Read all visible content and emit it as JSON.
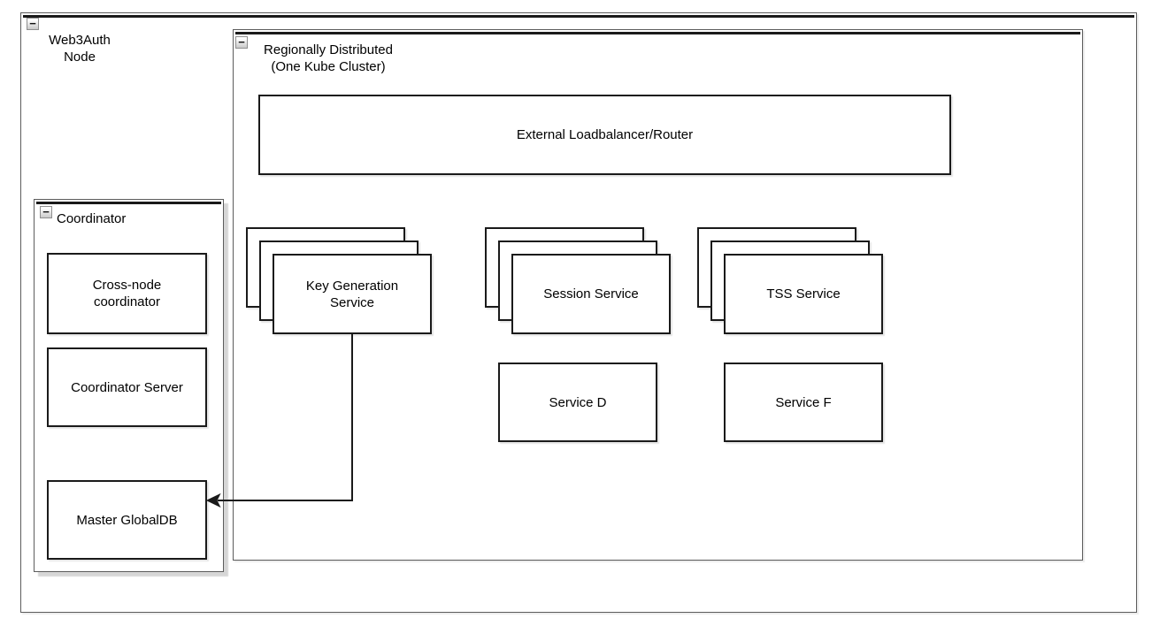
{
  "icons": {
    "collapse": "−"
  },
  "colors": {
    "background": "#ffffff",
    "shape_border": "#1a1a1a",
    "container_border": "#5c5c5c",
    "text": "#000000",
    "shadow": "#dedede"
  },
  "containers": {
    "web3auth_node": {
      "title_line1": "Web3Auth",
      "title_line2": "Node"
    },
    "regionally_distributed": {
      "title_line1": "Regionally Distributed",
      "title_line2": "(One Kube Cluster)"
    },
    "coordinator": {
      "title": "Coordinator"
    }
  },
  "nodes": {
    "external_loadbalancer": {
      "label": "External Loadbalancer/Router"
    },
    "key_generation_service": {
      "label_line1": "Key Generation",
      "label_line2": "Service",
      "instances": 3
    },
    "session_service": {
      "label": "Session Service",
      "instances": 3
    },
    "tss_service": {
      "label": "TSS Service",
      "instances": 3
    },
    "service_d": {
      "label": "Service D"
    },
    "service_f": {
      "label": "Service F"
    },
    "cross_node_coordinator": {
      "label_line1": "Cross-node",
      "label_line2": "coordinator"
    },
    "coordinator_server": {
      "label": "Coordinator Server"
    },
    "master_globaldb": {
      "label": "Master GlobalDB"
    }
  },
  "edges": [
    {
      "from": "key_generation_service",
      "to": "master_globaldb",
      "style": "orthogonal",
      "arrowhead": "classic-filled"
    }
  ]
}
